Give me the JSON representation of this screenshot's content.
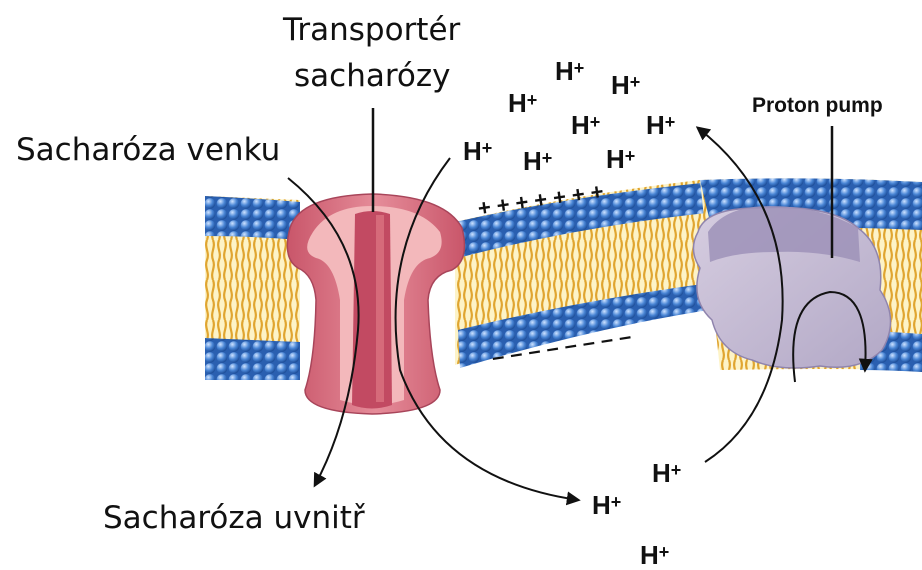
{
  "labels": {
    "transporter_line1": "Transportér",
    "transporter_line2": "sacharózy",
    "sucrose_outside": "Sacharóza venku",
    "sucrose_inside": "Sacharóza uvnitř",
    "proton_pump": "Proton pump"
  },
  "ion": {
    "symbol": "H",
    "charge": "+"
  },
  "membrane_charges": {
    "outer": "+ + + + + + +",
    "inner": "– – – – – – – –"
  },
  "colors": {
    "head_blue": "#3f7fd0",
    "tail_orange": "#e0a530",
    "membrane_band": "#fdf3c7",
    "transporter_outer": "#d66a7a",
    "transporter_inner": "#f2b3b5",
    "pump_body": "#c8bed4",
    "pump_dark": "#8f84ad"
  }
}
